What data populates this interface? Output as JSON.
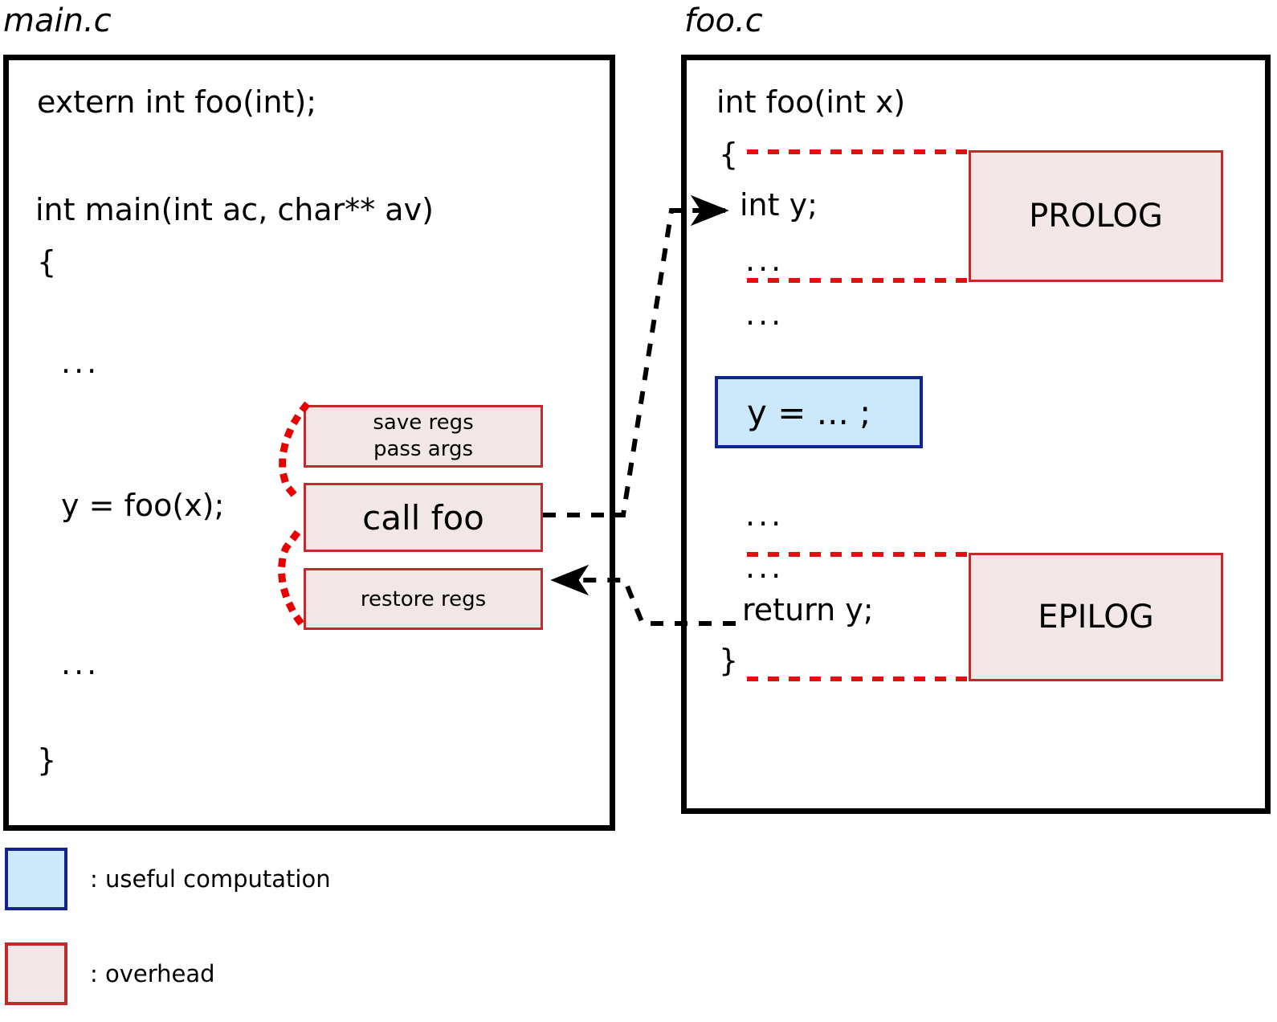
{
  "figure": {
    "title_left": "main.c",
    "title_right": "foo.c"
  },
  "main_c": {
    "caption": "main.c",
    "lines": {
      "extern_decl": "extern int foo(int);",
      "main_signature": "int main(int ac, char** av)",
      "open_brace": "{",
      "ellipsis_before": "...",
      "call_stmt": "y = foo(x);",
      "ellipsis_after": "...",
      "close_brace": "}"
    },
    "overhead_boxes": [
      {
        "id": "save-regs",
        "label": "save regs\npass args",
        "kind": "overhead"
      },
      {
        "id": "call-foo",
        "label": "call foo",
        "kind": "overhead"
      },
      {
        "id": "restore-regs",
        "label": "restore regs",
        "kind": "overhead"
      }
    ]
  },
  "foo_c": {
    "caption": "foo.c",
    "lines": {
      "foo_signature": "int foo(int x)",
      "open_brace": "{",
      "decl_y": "int y;",
      "ellipsis_prolog": "...",
      "ellipsis_body": "...",
      "ellipsis_before_epilog": "...",
      "ellipsis_epilog": "...",
      "return_stmt": "return y;",
      "close_brace": "}"
    },
    "annotation_boxes": [
      {
        "id": "prolog",
        "label": "PROLOG",
        "kind": "overhead"
      },
      {
        "id": "epilog",
        "label": "EPILOG",
        "kind": "overhead"
      }
    ],
    "useful_box": {
      "id": "assign-y",
      "label": "y = ... ;",
      "kind": "useful"
    }
  },
  "legend": {
    "items": [
      {
        "key": "useful",
        "label": ": useful computation",
        "swatch_fill": "#cbe9fa",
        "swatch_stroke": "#12258c"
      },
      {
        "key": "overhead",
        "label": ": overhead",
        "swatch_fill": "#f2e6e6",
        "swatch_stroke": "#c22b2b"
      }
    ]
  },
  "colors": {
    "overhead_fill": "#f2e6e6",
    "overhead_stroke": "#c22b2b",
    "useful_fill": "#cbe9fa",
    "useful_stroke": "#12258c",
    "panel_border": "#000000",
    "wire": "#000000",
    "brace": "#e60000"
  }
}
